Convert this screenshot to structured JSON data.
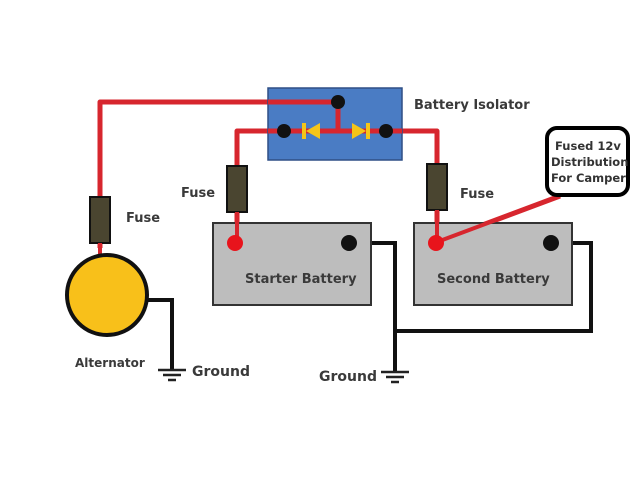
{
  "diagram": {
    "title": "Battery Isolator Wiring",
    "labels": {
      "battery_isolator": "Battery Isolator",
      "fuse_alternator": "Fuse",
      "fuse_starter": "Fuse",
      "fuse_second": "Fuse",
      "starter_battery": "Starter Battery",
      "second_battery": "Second Battery",
      "alternator": "Alternator",
      "ground_alternator": "Ground",
      "ground_batteries": "Ground",
      "distribution_line1": "Fused 12v",
      "distribution_line2": "Distribution",
      "distribution_line3": "For Camper"
    },
    "colors": {
      "positive_wire": "#d7262e",
      "negative_wire": "#000000",
      "isolator_fill": "#4a7cc4",
      "diode": "#f5c518",
      "fuse_fill": "#4a4530",
      "battery_fill": "#bdbdbd",
      "alternator_fill": "#f8c01a",
      "positive_terminal": "#e8141c",
      "negative_terminal": "#111111"
    }
  }
}
